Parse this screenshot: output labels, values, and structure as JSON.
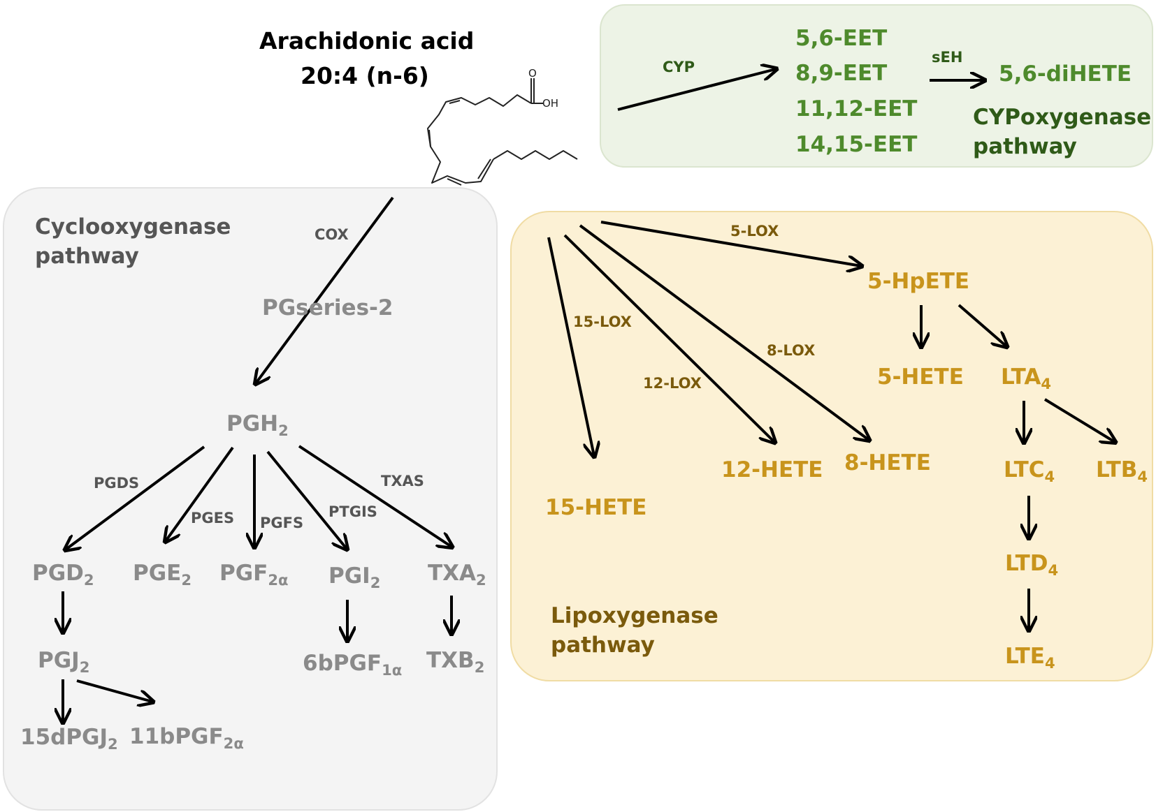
{
  "compound": {
    "name": "Arachidonic acid",
    "formula": "20:4 (n-6)",
    "oh_label": "OH",
    "o_label": "O"
  },
  "cyp": {
    "pathway_line1": "CYPoxygenase",
    "pathway_line2": "pathway",
    "enzyme_cyp": "CYP",
    "enzyme_seh": "sEH",
    "products": [
      "5,6-EET",
      "8,9-EET",
      "11,12-EET",
      "14,15-EET"
    ],
    "dihete": "5,6-diHETE"
  },
  "cox": {
    "pathway_line1": "Cyclooxygenase",
    "pathway_line2": "pathway",
    "enzyme_cox": "COX",
    "series": "PGseries-2",
    "pgh": {
      "base": "PGH",
      "sub": "2"
    },
    "enzymes": {
      "pgds": "PGDS",
      "pges": "PGES",
      "pgfs": "PGFS",
      "ptgis": "PTGIS",
      "txas": "TXAS"
    },
    "pgd": {
      "base": "PGD",
      "sub": "2"
    },
    "pge": {
      "base": "PGE",
      "sub": "2"
    },
    "pgf": {
      "base": "PGF",
      "sub": "2α"
    },
    "pgi": {
      "base": "PGI",
      "sub": "2"
    },
    "txa": {
      "base": "TXA",
      "sub": "2"
    },
    "pgj": {
      "base": "PGJ",
      "sub": "2"
    },
    "pgf1": {
      "base": "6bPGF",
      "sub": "1α"
    },
    "txb": {
      "base": "TXB",
      "sub": "2"
    },
    "dpgj": {
      "base": "15dPGJ",
      "sub": "2"
    },
    "pgf11": {
      "base": "11bPGF",
      "sub": "2α"
    }
  },
  "lox": {
    "pathway_line1": "Lipoxygenase",
    "pathway_line2": "pathway",
    "enzymes": {
      "lox5": "5-LOX",
      "lox15": "15-LOX",
      "lox12": "12-LOX",
      "lox8": "8-LOX"
    },
    "hpete": "5-HpETE",
    "hete5": "5-HETE",
    "hete15": "15-HETE",
    "hete12": "12-HETE",
    "hete8": "8-HETE",
    "lta": {
      "base": "LTA",
      "sub": "4"
    },
    "ltb": {
      "base": "LTB",
      "sub": "4"
    },
    "ltc": {
      "base": "LTC",
      "sub": "4"
    },
    "ltd": {
      "base": "LTD",
      "sub": "4"
    },
    "lte": {
      "base": "LTE",
      "sub": "4"
    }
  },
  "colors": {
    "cox": "#8a8a8a",
    "lox": "#c8941c",
    "cyp": "#4e8a2c",
    "arrow": "#000000"
  }
}
